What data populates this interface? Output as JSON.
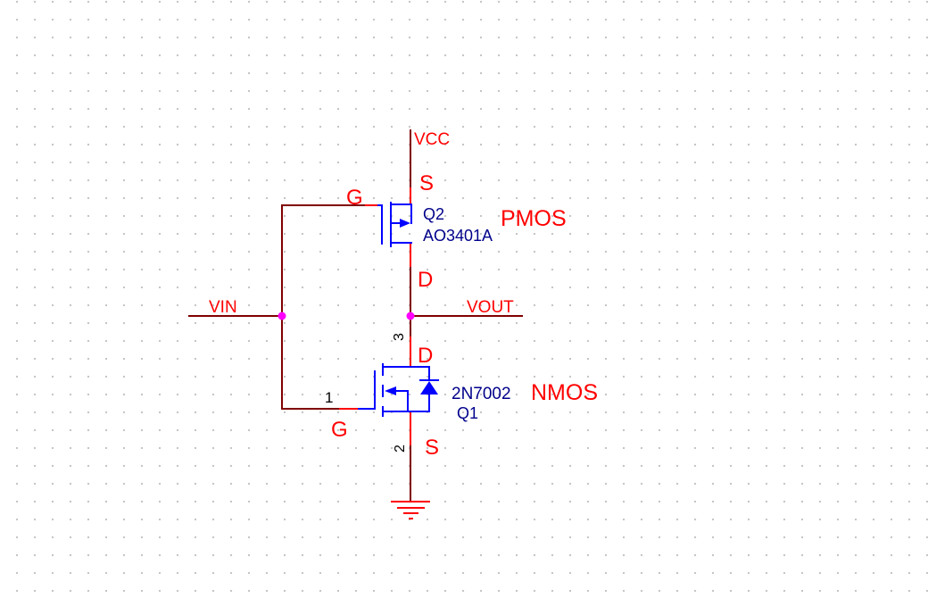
{
  "schematic": {
    "nets": {
      "vcc": "VCC",
      "vin": "VIN",
      "vout": "VOUT"
    },
    "q2": {
      "designator": "Q2",
      "part": "AO3401A",
      "type": "PMOS",
      "pin_source": "S",
      "pin_gate": "G",
      "pin_drain": "D"
    },
    "q1": {
      "designator": "Q1",
      "part": "2N7002",
      "type": "NMOS",
      "pin_drain": "D",
      "pin_gate": "G",
      "pin_source": "S",
      "pin_number_gate": "1",
      "pin_number_source": "2",
      "pin_number_drain": "3"
    },
    "colors": {
      "wire": "#800000",
      "pin": "#ff0000",
      "symbol": "#0000ff",
      "designator_text": "#00008b",
      "net_label_text": "#ff0000",
      "junction_dot": "#ff00ff",
      "grid_dot": "#c6c6c6",
      "background": "#ffffff"
    }
  }
}
